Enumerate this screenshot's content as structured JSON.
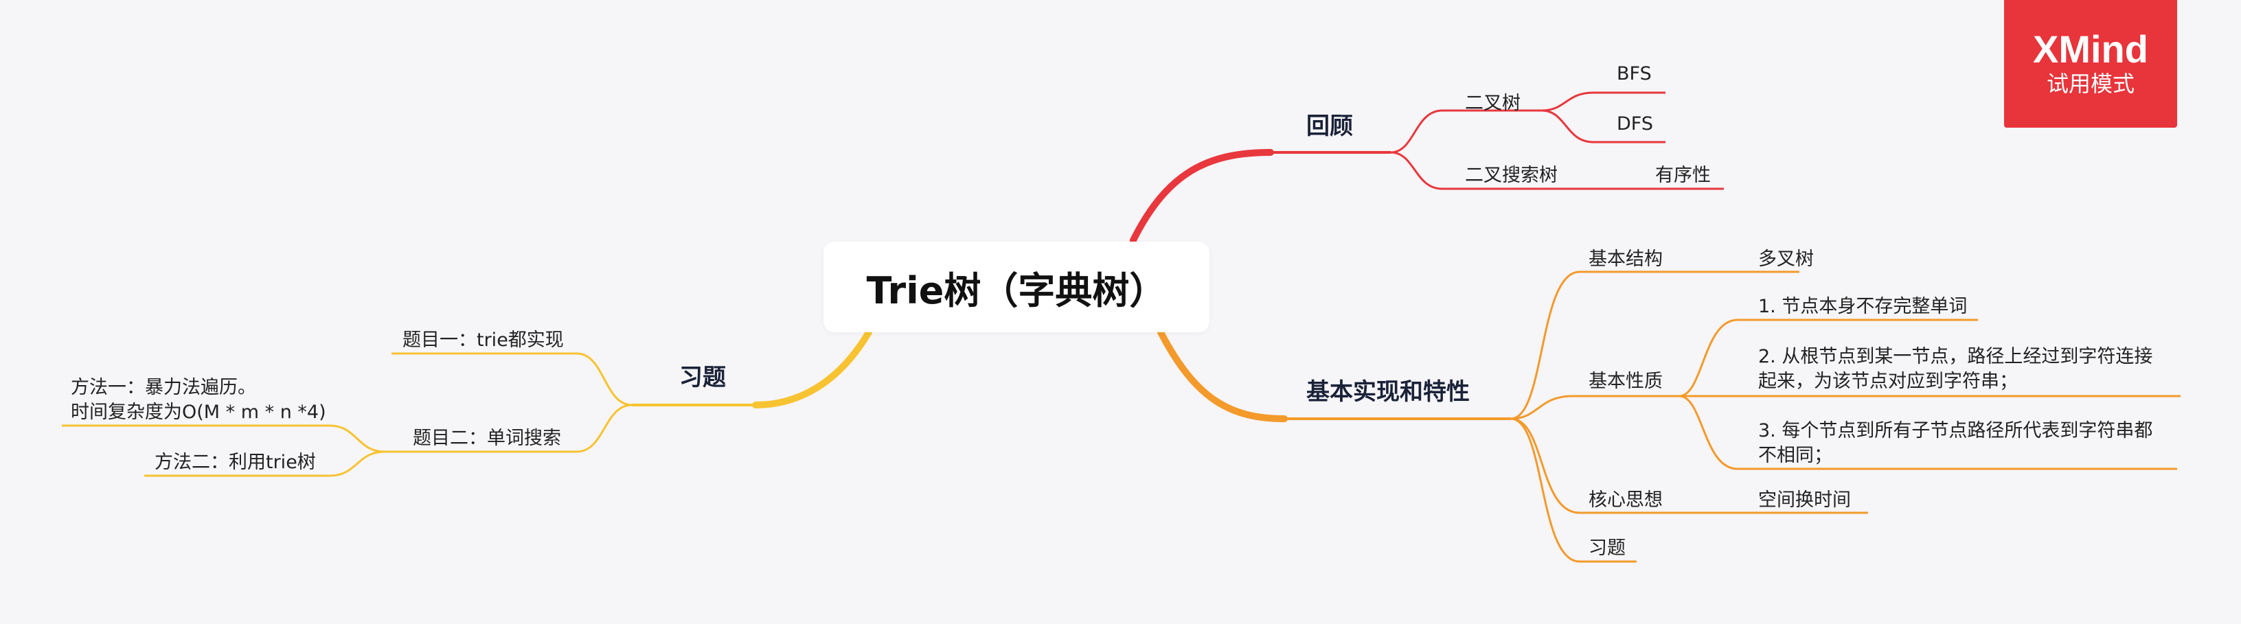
{
  "root": {
    "title": "Trie树（字典树）"
  },
  "branches": {
    "review": {
      "label": "回顾",
      "color": "#e8383d",
      "children": [
        {
          "label": "二叉树",
          "children": [
            "BFS",
            "DFS"
          ]
        },
        {
          "label": "二叉搜索树",
          "children": [
            "有序性"
          ]
        }
      ]
    },
    "basics": {
      "label": "基本实现和特性",
      "color": "#f39a2b",
      "children": [
        {
          "label": "基本结构",
          "children": [
            "多叉树"
          ]
        },
        {
          "label": "基本性质",
          "children": [
            "1. 节点本身不存完整单词",
            "2.  从根节点到某一节点，路径上经过到字符连接",
            "起来，为该节点对应到字符串；",
            "3. 每个节点到所有子节点路径所代表到字符串都",
            "不相同；"
          ]
        },
        {
          "label": "核心思想",
          "children": [
            "空间换时间"
          ]
        },
        {
          "label": "习题",
          "children": []
        }
      ]
    },
    "exercises": {
      "label": "习题",
      "color": "#f7c331",
      "children": [
        {
          "label": "题目一：trie都实现",
          "children": []
        },
        {
          "label": "题目二：单词搜索",
          "children": [
            "方法一：暴力法遍历。",
            "时间复杂度为O(M * m * n *4)",
            "方法二：利用trie树"
          ]
        }
      ]
    }
  },
  "badge": {
    "brand": "XMind",
    "mode": "试用模式",
    "color": "#e8343b"
  }
}
